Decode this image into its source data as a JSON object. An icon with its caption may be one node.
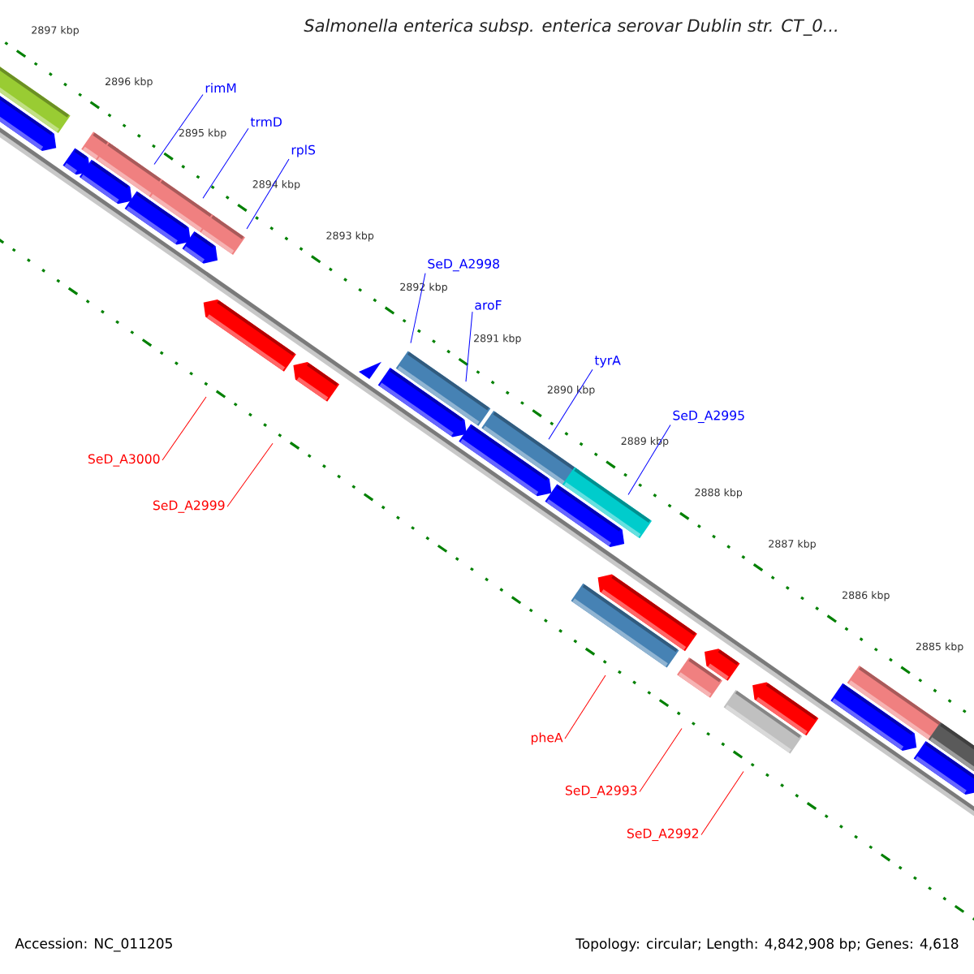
{
  "diagram": {
    "title": "Salmonella enterica subsp. enterica serovar Dublin str. CT_0...",
    "nodes": [
      {
        "text": [
          "rimM"
        ]
      },
      {
        "text": [
          "trmD"
        ]
      },
      {
        "text": [
          "rplS"
        ]
      },
      {
        "text": [
          "SeD_A2998"
        ]
      },
      {
        "text": [
          "aroF"
        ]
      },
      {
        "text": [
          "tyrA"
        ]
      },
      {
        "text": [
          "SeD_A2995"
        ]
      },
      {
        "text": [
          "SeD_A3000"
        ]
      },
      {
        "text": [
          "SeD_A2999"
        ]
      },
      {
        "text": [
          "pheA"
        ]
      },
      {
        "text": [
          "SeD_A2993"
        ]
      },
      {
        "text": [
          "SeD_A2992"
        ]
      }
    ],
    "edges": [
      {
        "from": 0,
        "to": null,
        "arrow": "none"
      },
      {
        "from": 1,
        "to": null,
        "arrow": "none"
      },
      {
        "from": 2,
        "to": null,
        "arrow": "none"
      },
      {
        "from": 3,
        "to": null,
        "arrow": "none"
      },
      {
        "from": 4,
        "to": null,
        "arrow": "none"
      },
      {
        "from": 5,
        "to": null,
        "arrow": "none"
      },
      {
        "from": 6,
        "to": null,
        "arrow": "none"
      },
      {
        "from": 7,
        "to": null,
        "arrow": "none",
        "color": "#ff0000"
      },
      {
        "from": 8,
        "to": null,
        "arrow": "none",
        "color": "#ff0000"
      },
      {
        "from": 9,
        "to": null,
        "arrow": "none",
        "color": "#ff0000"
      },
      {
        "from": 10,
        "to": null,
        "arrow": "none",
        "color": "#ff0000"
      },
      {
        "from": 11,
        "to": null,
        "arrow": "none",
        "color": "#ff0000"
      }
    ],
    "labels": [
      "2897 kbp",
      "2896 kbp",
      "2895 kbp",
      "2894 kbp",
      "2893 kbp",
      "2892 kbp",
      "2891 kbp",
      "2890 kbp",
      "2889 kbp",
      "2888 kbp",
      "2887 kbp",
      "2886 kbp",
      "2885 kbp",
      "Accession: NC_011205",
      "Topology: circular; Length: 4,842,908 bp; Genes: 4,618"
    ]
  }
}
